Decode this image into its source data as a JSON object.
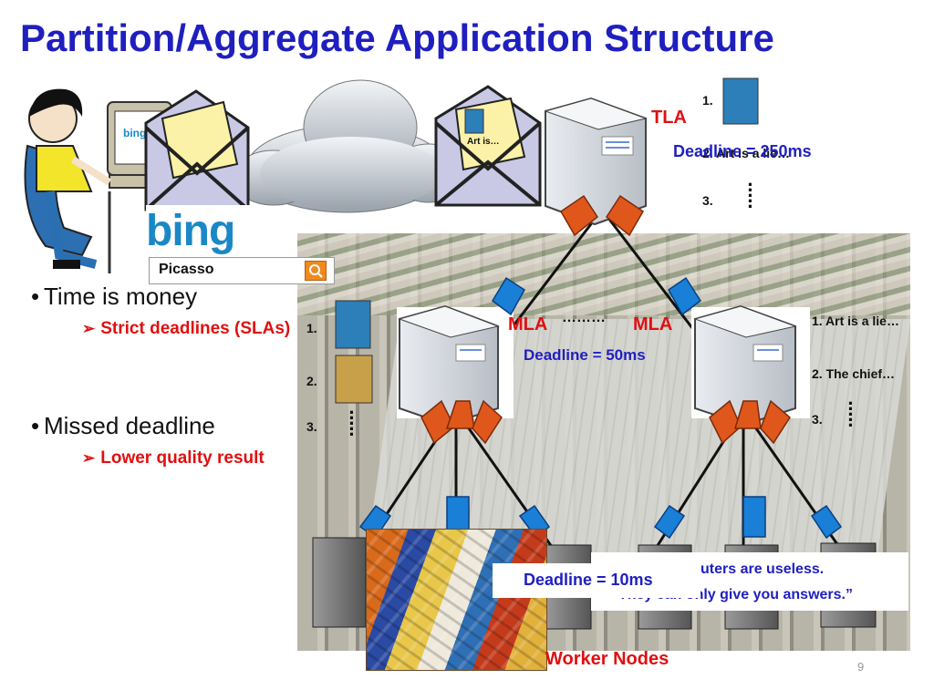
{
  "title": "Partition/Aggregate Application Structure",
  "search": {
    "brand": "bing",
    "query": "Picasso"
  },
  "bullets": [
    {
      "text": "Time is money",
      "sub": "Strict deadlines (SLAs)"
    },
    {
      "text": "Missed deadline",
      "sub": "Lower quality result"
    }
  ],
  "envelope_note": "Art is…",
  "tla": {
    "label": "TLA",
    "deadline": "Deadline = 250ms",
    "list": [
      "1.",
      "2. Art is a lie…",
      "3."
    ]
  },
  "mla": {
    "label": "MLA",
    "deadline": "Deadline = 50ms",
    "dots": "………",
    "left_list": [
      "1.",
      "2.",
      "3."
    ],
    "right_list": [
      "1. Art is a lie…",
      "2. The chief…",
      "3."
    ]
  },
  "workers": {
    "label": "Worker Nodes",
    "deadline": "Deadline = 10ms"
  },
  "quote": {
    "line1": "uters are useless.",
    "line2": "They can only give you answers.”"
  },
  "page_number": "9",
  "colors": {
    "title": "#1f1fbf",
    "accent_red": "#e01010",
    "link_orange": "#e0571c",
    "link_blue": "#1a7fd6"
  }
}
